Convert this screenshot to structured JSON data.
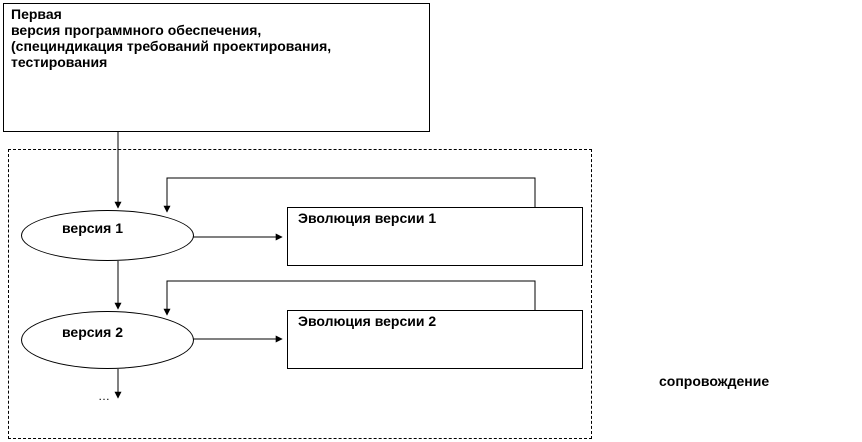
{
  "first_version": {
    "lines": [
      "Первая",
      "версия программного обеспечения,",
      "(специндикация требований  проектирования,",
      "тестирования"
    ]
  },
  "versions": [
    {
      "label": "версия 1",
      "evolution": "Эволюция версии 1"
    },
    {
      "label": "версия 2",
      "evolution": "Эволюция версии 2"
    }
  ],
  "continuation": "…",
  "region_label": "сопровождение"
}
